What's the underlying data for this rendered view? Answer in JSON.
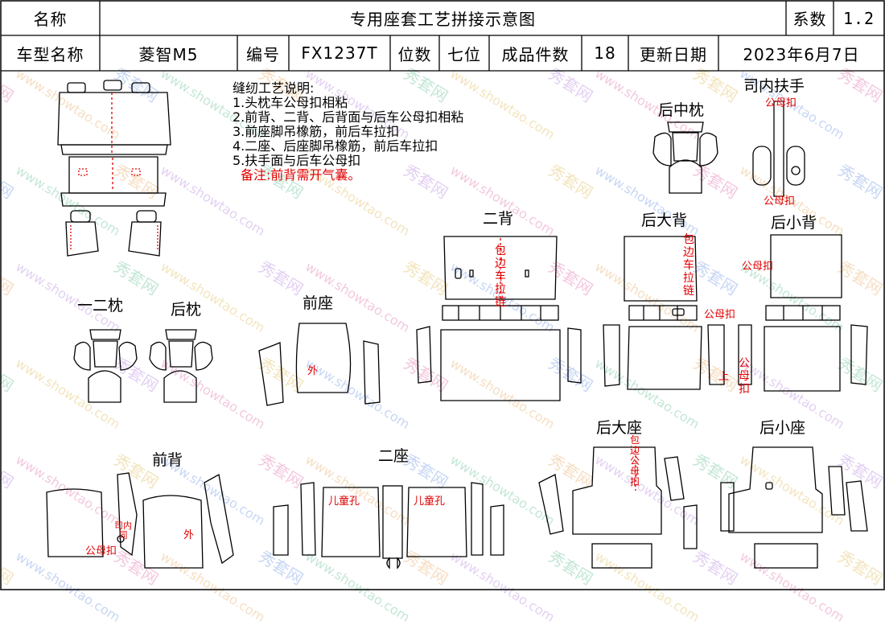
{
  "header": {
    "name_label": "名称",
    "title": "专用座套工艺拼接示意图",
    "coef_label": "系数",
    "coef_value": "1.2",
    "model_label": "车型名称",
    "model_value": "菱智M5",
    "code_label": "编号",
    "code_value": "FX1237T",
    "seats_label": "位数",
    "seats_value": "七位",
    "pieces_label": "成品件数",
    "pieces_value": "18",
    "date_label": "更新日期",
    "date_value": "2023年6月7日"
  },
  "notes": {
    "title": "缝纫工艺说明:",
    "items": [
      "1.头枕车公母扣相粘",
      "2.前背、二背、后背面与后车公母扣相粘",
      "3.前座脚吊橡筋，前后车拉扣",
      "4.二座、后座脚吊橡筋，前后车拉扣",
      "5.扶手面与后车公母扣"
    ],
    "remark": "备注:前背需开气囊。"
  },
  "parts": {
    "rear_mid_pillow": "后中枕",
    "driver_armrest": "司内扶手",
    "second_back": "二背",
    "rear_big_back": "后大背",
    "rear_small_back": "后小背",
    "first_second_pillow": "一二枕",
    "rear_pillow": "后枕",
    "front_seat": "前座",
    "front_back": "前背",
    "second_seat": "二座",
    "rear_big_seat": "后大座",
    "rear_small_seat": "后小座"
  },
  "annotations": {
    "snap": "公母扣",
    "wrap_zip": "包边车拉链",
    "outer": "外",
    "upper": "上",
    "child_hole": "儿童孔",
    "driver_inner_same": "司内同"
  },
  "watermark": {
    "brand": "秀套网",
    "url": "www.showtao.com"
  }
}
